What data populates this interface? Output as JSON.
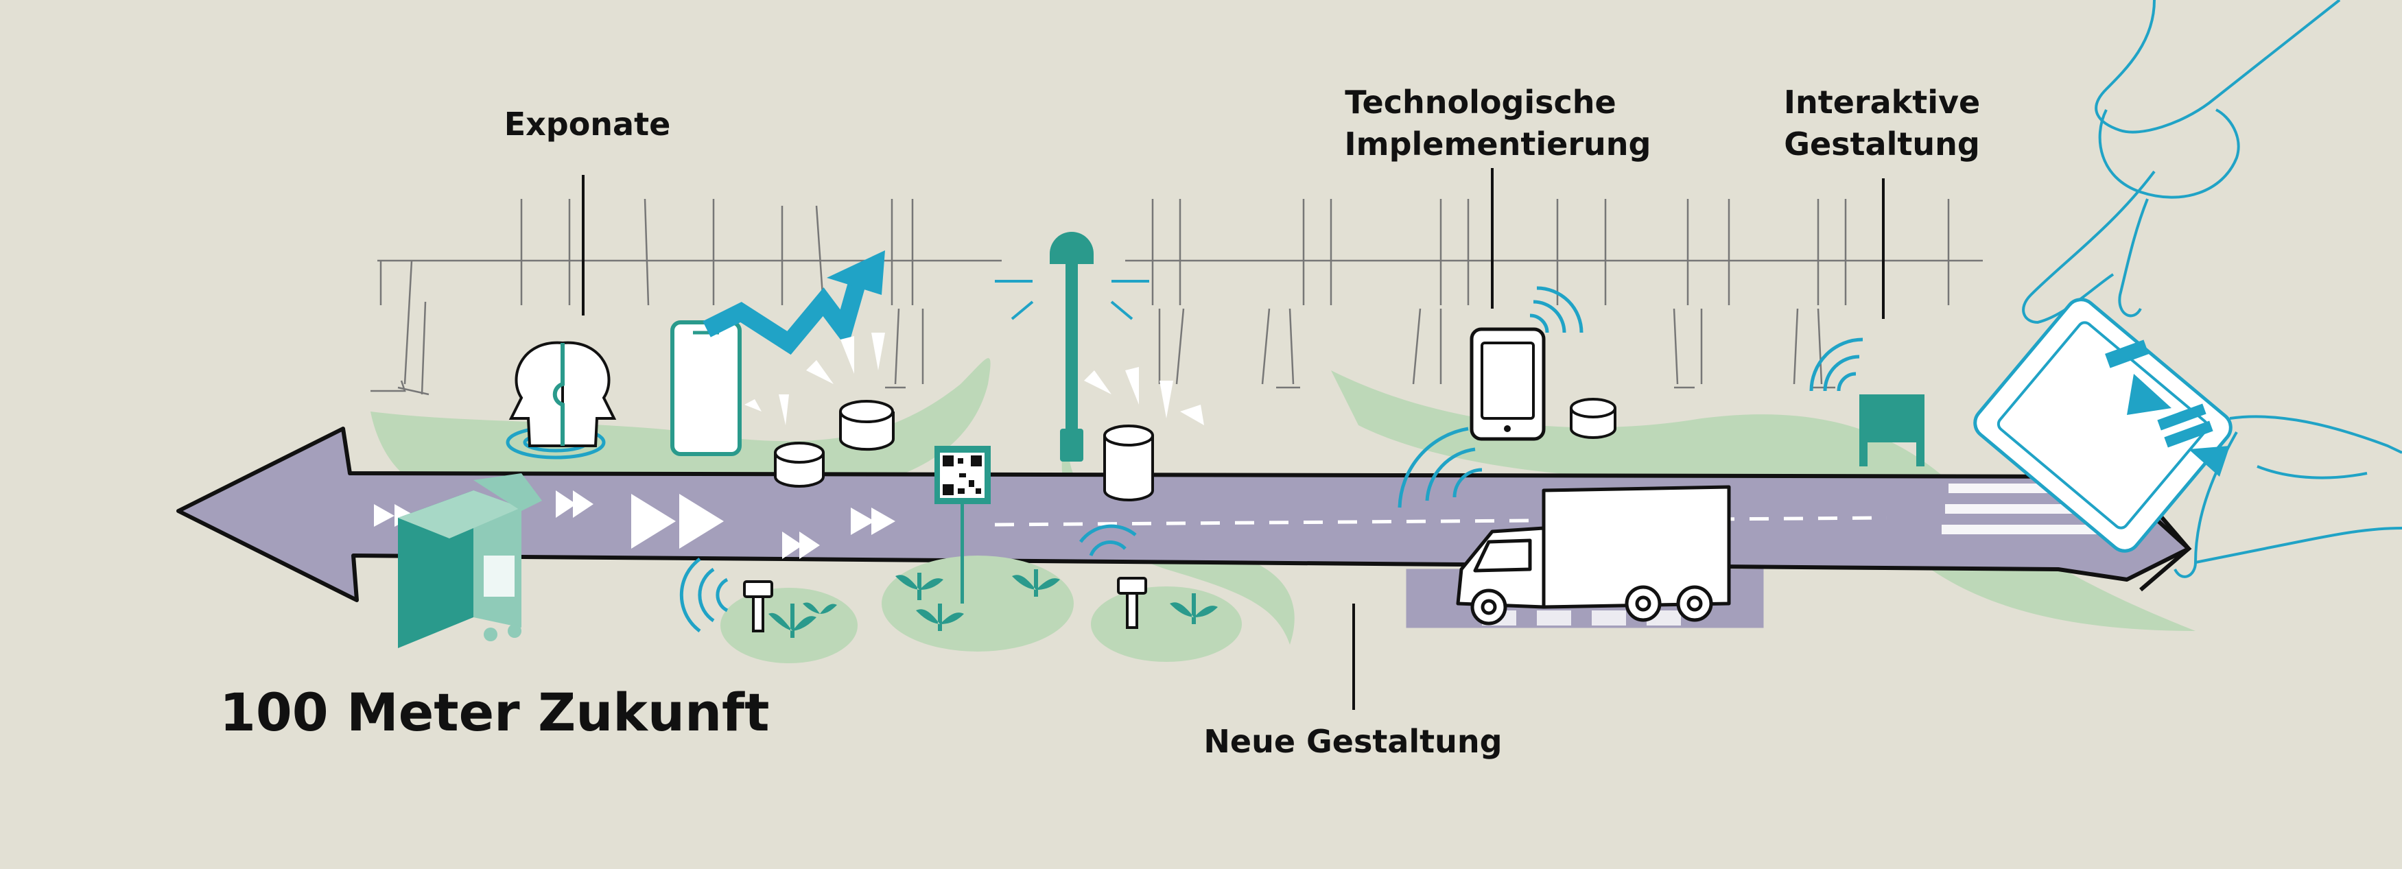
{
  "labels": {
    "exponate": "Exponate",
    "tech_line1": "Technologische",
    "tech_line2": "Implementierung",
    "interactive_line1": "Interaktive",
    "interactive_line2": "Gestaltung",
    "new_design": "Neue Gestaltung",
    "title": "100 Meter Zukunft"
  },
  "colors": {
    "background": "#e2e0d4",
    "road": "#a49fbb",
    "green_path": "#bdd8b8",
    "teal": "#2a9a8c",
    "blue": "#20a3c6",
    "outline": "#111111"
  },
  "icons": [
    "head-puzzle-icon",
    "smartphone-icon",
    "growth-arrow-icon",
    "street-lamp-icon",
    "qr-sign-icon",
    "tablet-icon",
    "wifi-icon",
    "truck-icon",
    "kiosk-icon",
    "plant-icon",
    "sensor-post-icon",
    "play-controls-icon",
    "hand-icon"
  ]
}
